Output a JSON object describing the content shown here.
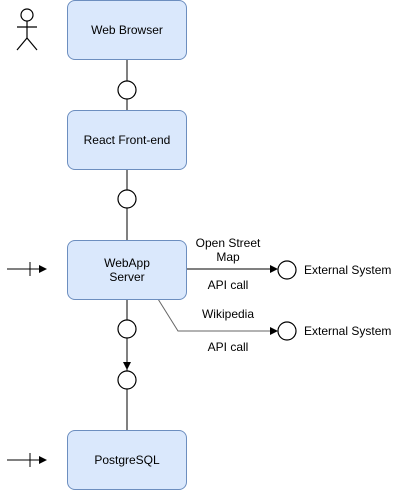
{
  "nodes": {
    "web_browser": "Web Browser",
    "react_frontend": "React Front-end",
    "webapp_server": "WebApp\nServer",
    "postgresql": "PostgreSQL"
  },
  "edges": {
    "osm_label": "Open Street\nMap",
    "osm_call": "API call",
    "wiki_label": "Wikipedia",
    "wiki_call": "API call"
  },
  "externals": {
    "ext1": "External System",
    "ext2": "External System"
  },
  "colors": {
    "node_fill": "#dae8fc",
    "node_stroke": "#6c8ebf",
    "line": "#000000",
    "wiki_line": "#666666"
  }
}
